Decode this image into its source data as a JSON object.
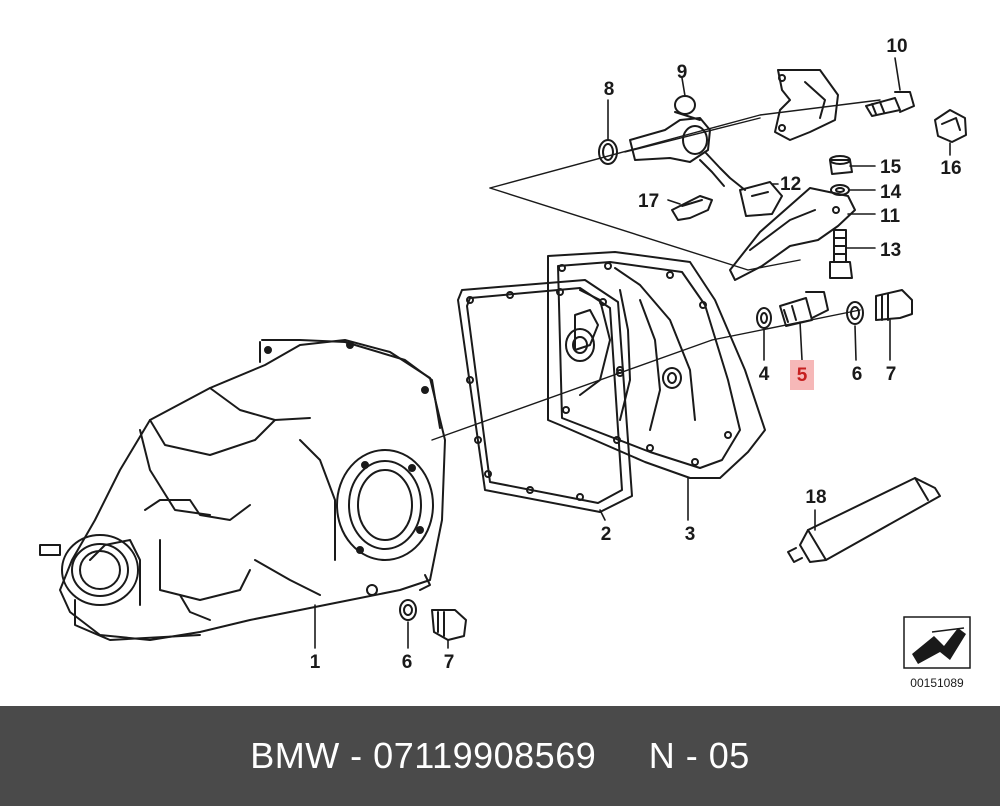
{
  "diagram": {
    "callouts": {
      "c1": "1",
      "c2": "2",
      "c3": "3",
      "c4": "4",
      "c5": "5",
      "c6a": "6",
      "c6b": "6",
      "c7a": "7",
      "c7b": "7",
      "c8": "8",
      "c9": "9",
      "c10": "10",
      "c11": "11",
      "c12": "12",
      "c13": "13",
      "c14": "14",
      "c15": "15",
      "c16": "16",
      "c17": "17",
      "c18": "18"
    },
    "highlighted_callout": "5",
    "ref_code": "00151089",
    "highlight_color": "#c62020",
    "line_color": "#1a1a1a"
  },
  "caption": {
    "text": "BMW - 07119908569     N - 05"
  }
}
